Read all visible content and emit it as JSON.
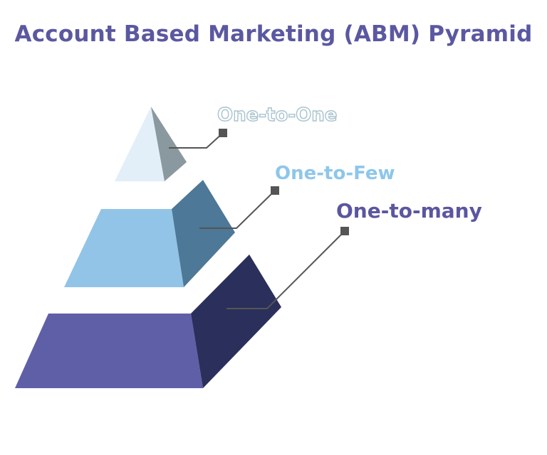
{
  "title": "Account Based Marketing (ABM) Pyramid",
  "tiers": [
    {
      "label": "One-to-One",
      "color_front": "#e2eff9",
      "color_side": "#8a999f",
      "label_color": "#ffffff",
      "label_stroke": "#a9c3cf"
    },
    {
      "label": "One-to-Few",
      "color_front": "#92c4e7",
      "color_side": "#4d7897",
      "label_color": "#8ec6ea"
    },
    {
      "label": "One-to-many",
      "color_front": "#5f5fa8",
      "color_side": "#2b2f5b",
      "label_color": "#5b56a0"
    }
  ],
  "colors": {
    "title": "#5b58a1",
    "connector": "#555555"
  }
}
